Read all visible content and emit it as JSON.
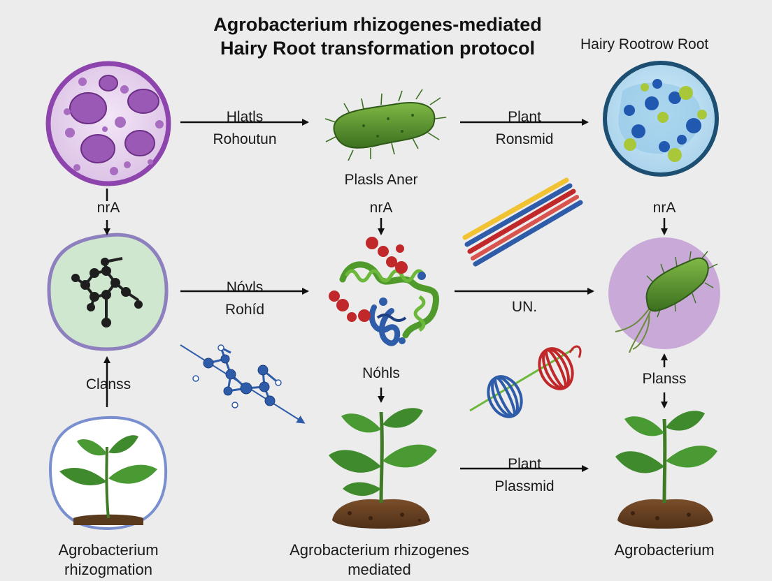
{
  "title": {
    "line1": "Agrobacterium rhizogenes-mediated",
    "line2": "Hairy Root transformation protocol",
    "corner": "Hairy Rootrow Root"
  },
  "arrows": {
    "top_left": {
      "line1": "Hlatls",
      "line2": "Rohoutun"
    },
    "top_right": {
      "line1": "Plant",
      "line2": "Ronsmid"
    },
    "mid_left": {
      "line1": "Nóvls",
      "line2": "Rohíd"
    },
    "mid_right": {
      "line1": "UN."
    },
    "bottom_right": {
      "line1": "Plant",
      "line2": "Plassmid"
    },
    "left_down": "nrA",
    "center_down": "nrA",
    "right_down": "nrA",
    "left_up": "Clanss",
    "center_lower": "Nóhls",
    "right_up": "Planss"
  },
  "labels": {
    "bacterium_below": "Plasls Aner"
  },
  "captions": {
    "left": {
      "line1": "Agrobacterium",
      "line2": "rhizogmation"
    },
    "center": {
      "line1": "Agrobacterium rhizogenes",
      "line2": "mediated"
    },
    "right": {
      "line1": "Agrobacterium"
    }
  },
  "colors": {
    "cell_purple": "#9b59b6",
    "bacterium_green": "#4f8f2a",
    "leaf_green": "#3f8a2c",
    "soil_brown": "#6b4423",
    "dna_blue": "#2e5ca8",
    "dna_red": "#c0282a"
  }
}
